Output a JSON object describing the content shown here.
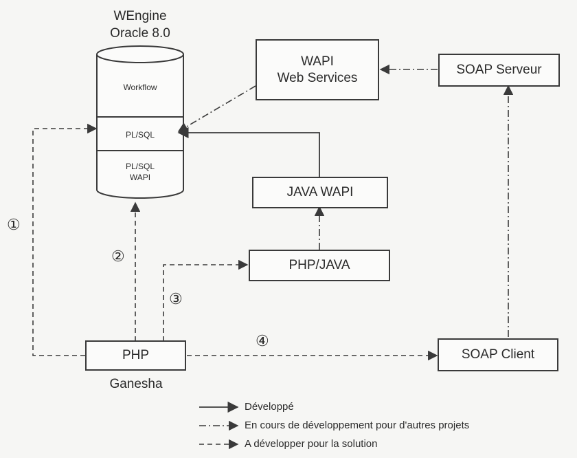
{
  "database": {
    "title_line1": "WEngine",
    "title_line2": "Oracle 8.0",
    "layer_workflow": "Workflow",
    "layer_plsql": "PL/SQL",
    "layer_plsql_wapi_line1": "PL/SQL",
    "layer_plsql_wapi_line2": "WAPI"
  },
  "boxes": {
    "wapi_ws_line1": "WAPI",
    "wapi_ws_line2": "Web Services",
    "soap_serveur": "SOAP Serveur",
    "java_wapi": "JAVA WAPI",
    "php_java": "PHP/JAVA",
    "php": "PHP",
    "soap_client": "SOAP Client"
  },
  "caption_ganesha": "Ganesha",
  "markers": {
    "m1": "①",
    "m2": "②",
    "m3": "③",
    "m4": "④"
  },
  "legend": {
    "developed": "Développé",
    "in_progress": "En cours de développement pour d'autres projets",
    "to_develop": "A développer pour la solution"
  },
  "colors": {
    "line": "#3a3a3a",
    "background": "#f6f6f4"
  }
}
